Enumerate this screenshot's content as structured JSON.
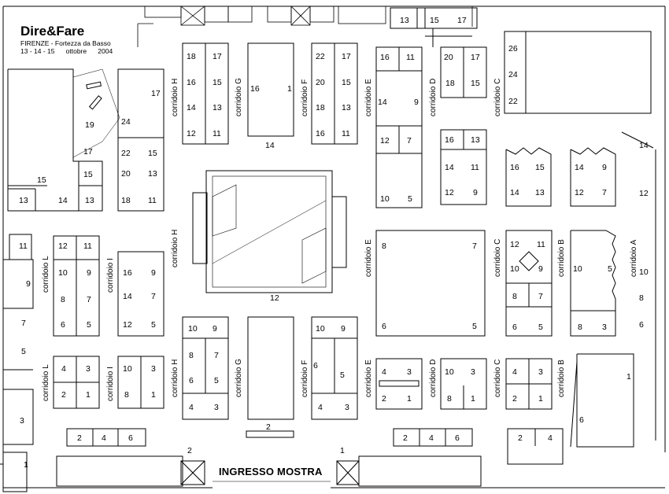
{
  "header": {
    "title": "Dire&Fare",
    "location": "FIRENZE - Fortezza da Basso",
    "dates": "13 - 14 - 15      ottobre      2004"
  },
  "entrance_label": "INGRESSO MOSTRA",
  "corridors": {
    "A": "corridoio A",
    "B": "corridoio B",
    "C": "corridoio C",
    "D": "corridoio D",
    "E": "corridoio E",
    "F": "corridoio F",
    "G": "corridoio G",
    "H": "corridoio H",
    "I": "corridoio I",
    "L": "corridoio L"
  },
  "colors": {
    "line": "#000000",
    "background": "#ffffff"
  }
}
